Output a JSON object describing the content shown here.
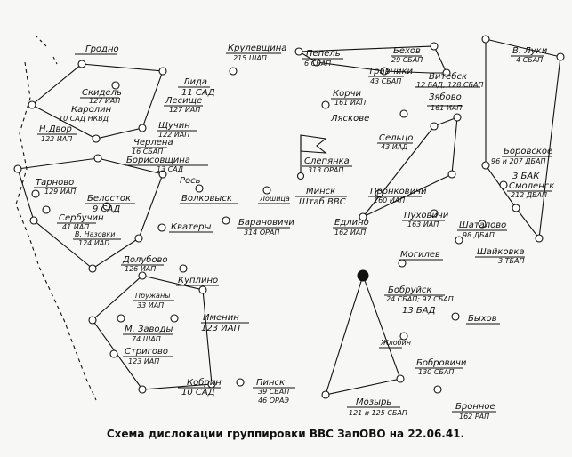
{
  "caption": "Схема дислокации группировки ВВС ЗапОВО на 22.06.41.",
  "places": {
    "grodno": "Гродно",
    "krulevshchina": "Крулевщина",
    "krulevshchina_u": "215 ШАП",
    "pepel": "Пепель",
    "pepel_u": "6 СБАП",
    "bekhov": "Бехов",
    "bekhov_u": "29 СБАП",
    "travniki": "Травники",
    "travniki_u": "43 СБАП",
    "vluki": "В. Луки",
    "vluki_u": "4 СБАП",
    "lida": "Лида",
    "lida_u": "11 САД",
    "skidel": "Скидель",
    "skidel_u": "127 ИАП",
    "karolin": "Каролин",
    "karolin_u": "10 САД НКВД",
    "lesishche": "Лесище",
    "lesishche_u": "127 ИАП",
    "vitebsk": "Витебск",
    "vitebsk_u": "12 БАД; 128 СБАП",
    "korchi": "Корчи",
    "korchi_u": "161 ИАП",
    "zyabrovo": "Зябово",
    "zyabrovo_u": "161 ИАП",
    "nvor": "Н.Двор",
    "nvor_u": "122 ИАП",
    "shchuchin": "Щучин",
    "shchuchin_u": "122 ИАП",
    "cherlena": "Черлена",
    "cherlena_u": "16 СБАП",
    "lyaskovo": "Ляскове",
    "borovskoe": "Боровское",
    "borovskoe_u": "96 и 207 ДБАП",
    "bak3": "3 БАК",
    "borisovshchina": "Борисовщина",
    "borisovshchina_u": "13 САД",
    "ros": "Рось",
    "seltso": "Сельцо",
    "seltso_u": "43 ИАД",
    "slepyanka": "Слепянка",
    "slepyanka_u": "313 ОРАП",
    "smolensk": "Смоленск",
    "smolensk_u": "212 ДБАП",
    "tarnovo": "Тарново",
    "tarnovo_u": "129 ИАП",
    "belostok": "Белосток",
    "belostok_u": "9 САД",
    "volkovysk": "Волковыск",
    "loshitsa": "Лошица",
    "minsk": "Минск",
    "minsk_u": "Штаб ВВС",
    "pronkovichi": "Пронковичи",
    "pronkovichi_u": "160 ИАП",
    "serbuchin": "Сербучин",
    "serbuchin_u": "41 ИАП",
    "vnazovka": "В. Назовки",
    "vnazovka_u": "124 ИАП",
    "kvatery": "Кватеры",
    "baranovichi": "Барановичи",
    "baranovichi_u": "314 ОРАП",
    "edlino": "Едлино",
    "edlino_u": "162 ИАП",
    "pukhovichi": "Пуховичи",
    "pukhovichi_u": "163 ИАП",
    "shatalovo": "Шаталово",
    "shatalovo_u": "98 ДБАП",
    "shaykovka": "Шайковка",
    "shaykovka_u": "3 ТБАП",
    "dolubovo": "Долубово",
    "dolubovo_u": "126 ИАП",
    "mogilev": "Могилев",
    "kuplino": "Куплино",
    "pruzhany": "Пружаны",
    "pruzhany_u": "33 ИАП",
    "bobruisk": "Бобруйск",
    "bobruisk_u": "24 СБАП; 97 СБАП",
    "bad13": "13 БАД",
    "imenin": "Именин",
    "imenin_u": "123 ИАП",
    "mzavody": "М. Заводы",
    "mzavody_u": "74 ШАП",
    "strigovo": "Стригово",
    "strigovo_u": "123 ИАП",
    "bykhov": "Быхов",
    "zhlobin": "Жлобин",
    "bobruichi": "Бобровичи",
    "bobruichi_u": "130 СБАП",
    "kobrin": "Кобрин",
    "kobrin_u": "10 САД",
    "pinsk": "Пинск",
    "pinsk_u": "39 СБАП",
    "pinsk_u2": "46 ОРАЭ",
    "mozyr": "Мозырь",
    "mozyr_u": "121 и 125 СБАП",
    "bronnoe": "Бронное",
    "bronnoe_u": "162 РАП"
  }
}
